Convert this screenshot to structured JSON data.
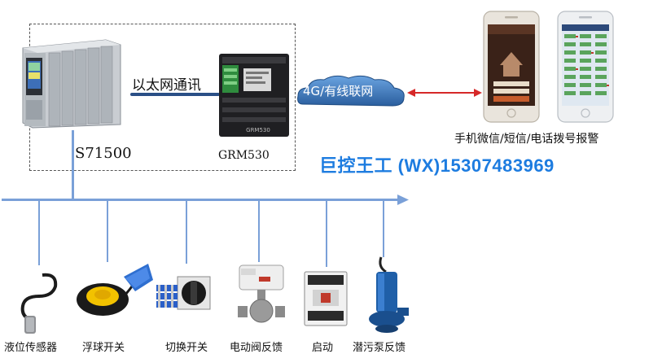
{
  "plc_label": "S71500",
  "gateway_label": "GRM530",
  "ethernet_label": "以太网通讯",
  "network_label": "4G/有线联网",
  "alarm_label": "手机微信/短信/电话拨号报警",
  "contact_text": "巨控王工  (WX)15307483969",
  "gateway_model_text": "GRM530",
  "devices": [
    {
      "label": "液位传感器"
    },
    {
      "label": "浮球开关"
    },
    {
      "label": "切换开关"
    },
    {
      "label": "电动阀反馈"
    },
    {
      "label": "启动"
    },
    {
      "label": "潜污泵反馈"
    }
  ],
  "colors": {
    "contact_blue": "#1d7ce0",
    "bus_blue": "#7aa0d8",
    "arrow_red": "#d62828",
    "cloud_blue": "#2f6fb5"
  }
}
